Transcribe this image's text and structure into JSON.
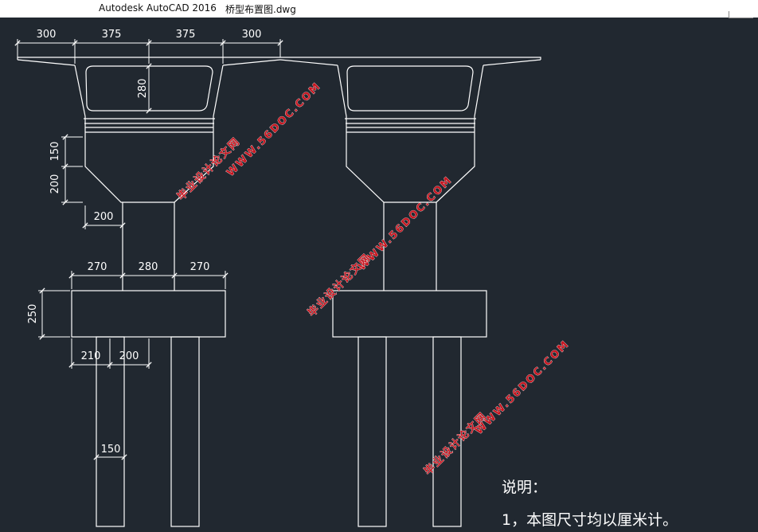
{
  "titlebar": {
    "app_name": "Autodesk AutoCAD 2016",
    "file_name": "桥型布置图.dwg"
  },
  "drawing": {
    "background_color": "#212830",
    "line_color": "#ffffff",
    "watermark_color": "#c8141e",
    "dimensions": {
      "deck_left_cantilever": "300",
      "deck_left_web": "375",
      "deck_right_web": "375",
      "deck_right_cantilever": "300",
      "box_height": "280",
      "cap_upper": "150",
      "cap_taper": "200",
      "cap_offset": "200",
      "footing_left": "270",
      "column_width": "280",
      "footing_right": "270",
      "footing_height": "250",
      "pile_edge": "210",
      "pile_gap": "200",
      "pile_width": "150"
    },
    "notes": {
      "heading": "说明：",
      "item_1": "1，本图尺寸均以厘米计。"
    },
    "watermarks": {
      "url": "WWW.56DOC.COM",
      "site_name": "毕业设计论文网"
    }
  }
}
